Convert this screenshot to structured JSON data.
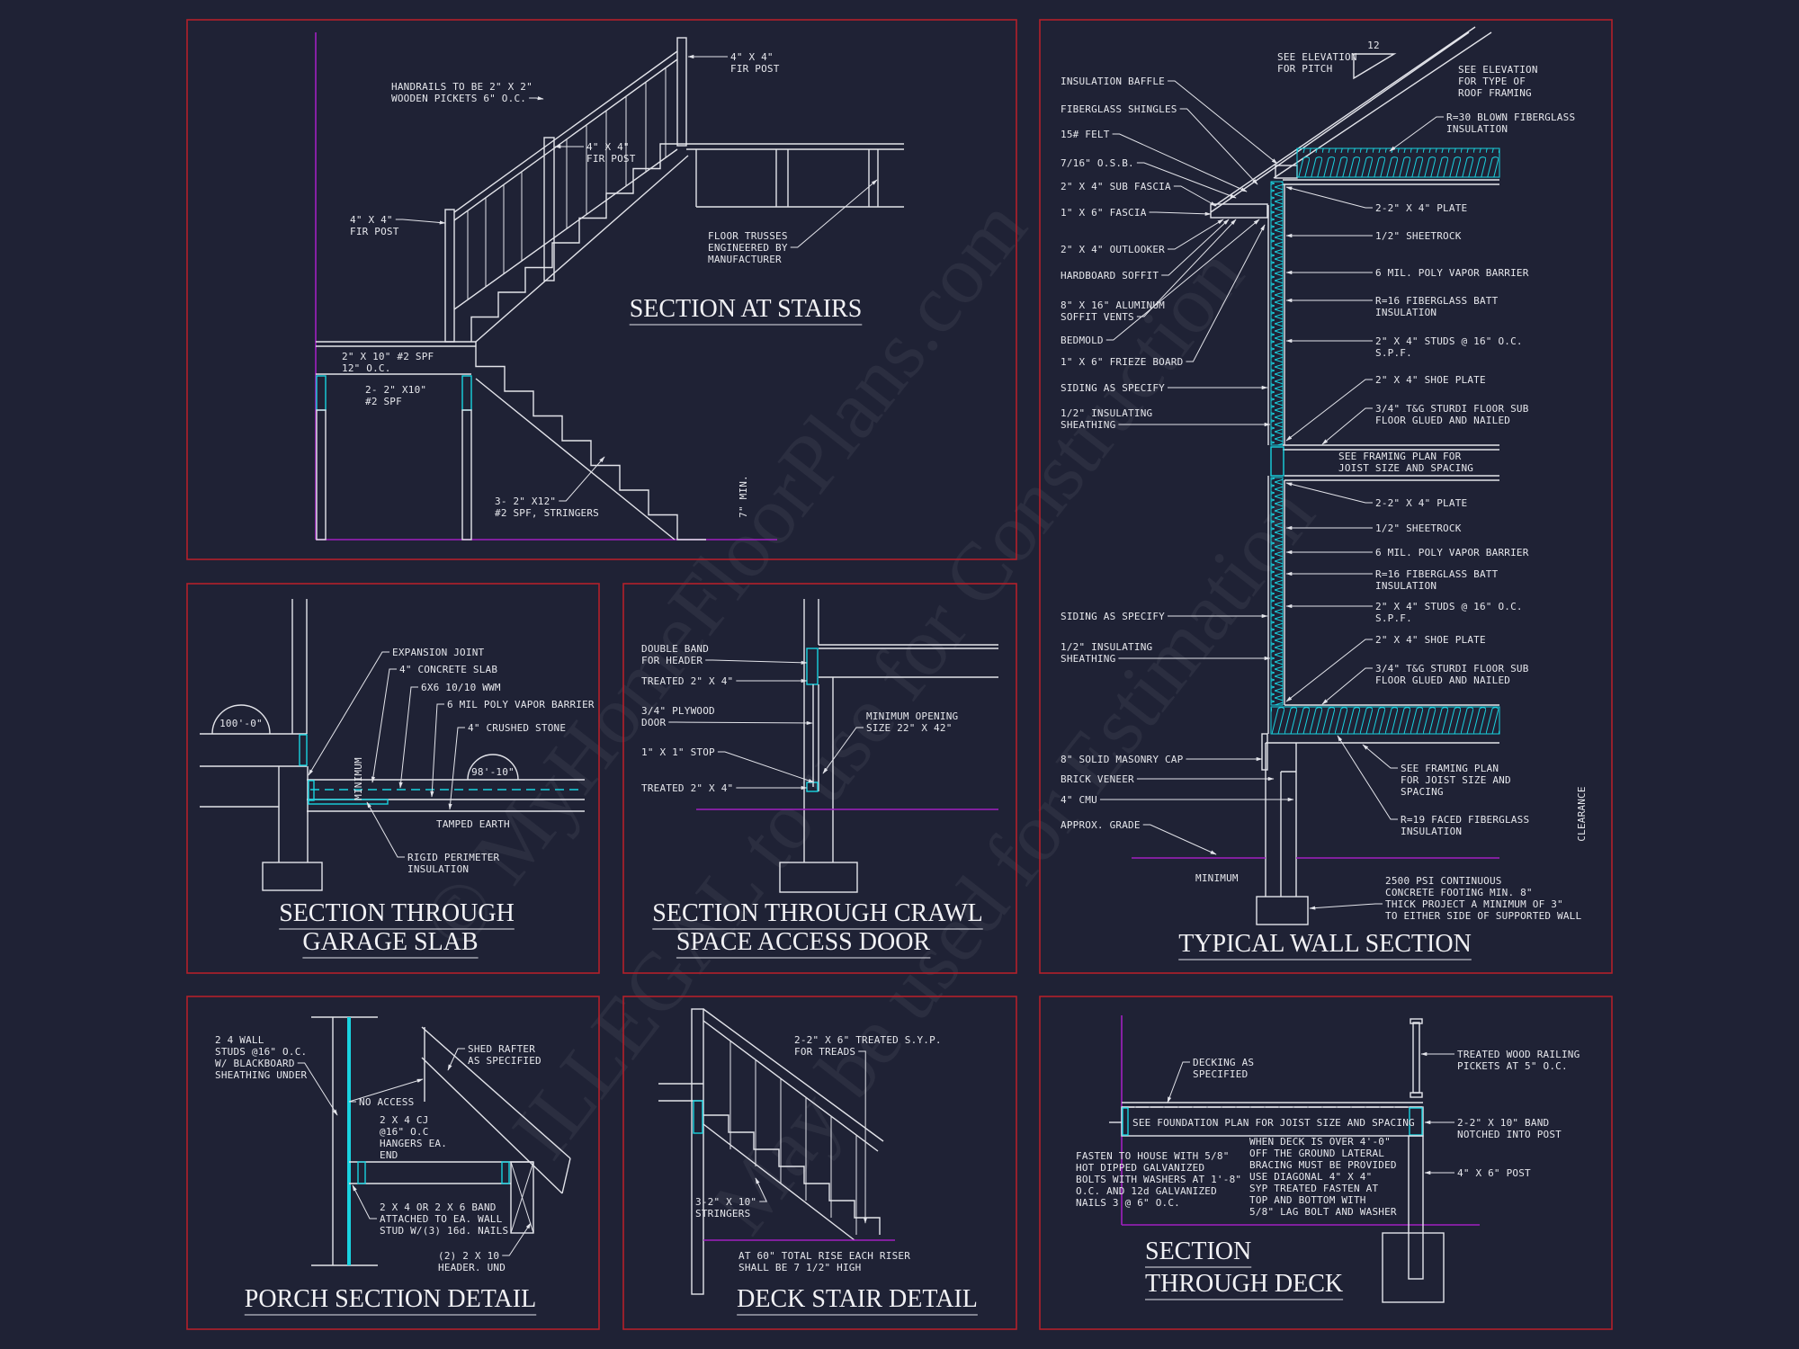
{
  "sheet": {
    "background": "#1f2235",
    "frame_color": "#b3202a",
    "line_color": "#e3e4ea",
    "accent_cyan": "#19d3e0",
    "grade_line_color": "#a020c0"
  },
  "watermark": [
    "© MyHomeFloorPlans.com",
    "ILLEGAL to use for Construction",
    "May be used for Estimation"
  ],
  "details": {
    "stairs": {
      "title": [
        "SECTION AT STAIRS"
      ],
      "labels": {
        "handrails": [
          "HANDRAILS TO BE 2\" X 2\"",
          "WOODEN PICKETS 6\" O.C."
        ],
        "top_post": [
          "4\" X 4\"",
          "FIR POST"
        ],
        "mid_post": [
          "4\" X 4\"",
          "FIR POST"
        ],
        "left_post": [
          "4\" X 4\"",
          "FIR POST"
        ],
        "trusses": [
          "FLOOR TRUSSES",
          "ENGINEERED BY",
          "MANUFACTURER"
        ],
        "joists": [
          "2\" X 10\" #2 SPF",
          "12\" O.C."
        ],
        "header": [
          "2- 2\" X10\"",
          "#2 SPF"
        ],
        "stringers": [
          "3- 2\" X12\"",
          "#2 SPF, STRINGERS"
        ],
        "riser": [
          "7\" MIN."
        ]
      }
    },
    "wall": {
      "title": [
        "TYPICAL WALL SECTION"
      ],
      "labels": {
        "pitch_note": [
          "SEE ELEVATION",
          "FOR PITCH"
        ],
        "pitch_rise": [
          "12"
        ],
        "roof_framing": [
          "SEE ELEVATION",
          "FOR TYPE OF",
          "ROOF FRAMING"
        ],
        "r30": [
          "R=30 BLOWN FIBERGLASS",
          "INSULATION"
        ],
        "baffle": [
          "INSULATION BAFFLE"
        ],
        "shingles": [
          "FIBERGLASS SHINGLES"
        ],
        "felt": [
          "15# FELT"
        ],
        "osb": [
          "7/16\" O.S.B."
        ],
        "sub_fascia": [
          "2\" X 4\" SUB FASCIA"
        ],
        "fascia": [
          "1\" X 6\" FASCIA"
        ],
        "outlooker": [
          "2\" X 4\" OUTLOOKER"
        ],
        "soffit": [
          "HARDBOARD SOFFIT"
        ],
        "vents": [
          "8\" X 16\" ALUMINUM",
          "SOFFIT VENTS"
        ],
        "bedmold": [
          "BEDMOLD"
        ],
        "frieze": [
          "1\" X 6\" FRIEZE BOARD"
        ],
        "siding1": [
          "SIDING AS SPECIFY"
        ],
        "sheathing1": [
          "1/2\" INSULATING",
          "SHEATHING"
        ],
        "siding2": [
          "SIDING AS SPECIFY"
        ],
        "sheathing2": [
          "1/2\" INSULATING",
          "SHEATHING"
        ],
        "masonry_cap": [
          "8\" SOLID MASONRY CAP"
        ],
        "brick": [
          "BRICK VENEER"
        ],
        "cmu": [
          "4\" CMU"
        ],
        "grade": [
          "APPROX. GRADE"
        ],
        "minimum": [
          "MINIMUM"
        ],
        "plate1": [
          "2-2\" X 4\" PLATE"
        ],
        "sheetrock1": [
          "1/2\" SHEETROCK"
        ],
        "vapor1": [
          "6 MIL. POLY VAPOR BARRIER"
        ],
        "batt1": [
          "R=16 FIBERGLASS BATT",
          "INSULATION"
        ],
        "studs1": [
          "2\" X 4\" STUDS @ 16\" O.C.",
          "S.P.F."
        ],
        "shoe1": [
          "2\" X 4\" SHOE PLATE"
        ],
        "subfloor1": [
          "3/4\" T&G STURDI FLOOR SUB",
          "FLOOR GLUED AND NAILED"
        ],
        "framing1": [
          "SEE FRAMING PLAN FOR",
          "JOIST SIZE AND SPACING"
        ],
        "plate2": [
          "2-2\" X 4\" PLATE"
        ],
        "sheetrock2": [
          "1/2\" SHEETROCK"
        ],
        "vapor2": [
          "6 MIL. POLY VAPOR BARRIER"
        ],
        "batt2": [
          "R=16 FIBERGLASS BATT",
          "INSULATION"
        ],
        "studs2": [
          "2\" X 4\" STUDS @ 16\" O.C.",
          "S.P.F."
        ],
        "shoe2": [
          "2\" X 4\" SHOE PLATE"
        ],
        "subfloor2": [
          "3/4\" T&G STURDI FLOOR SUB",
          "FLOOR GLUED AND NAILED"
        ],
        "framing2": [
          "SEE FRAMING PLAN",
          "FOR JOIST SIZE AND",
          "SPACING"
        ],
        "r19": [
          "R=19 FACED FIBERGLASS",
          "INSULATION"
        ],
        "footing": [
          "2500 PSI CONTINUOUS",
          "CONCRETE FOOTING MIN. 8\"",
          "THICK PROJECT A MINIMUM OF 3\"",
          "TO EITHER SIDE OF SUPPORTED WALL"
        ],
        "clearance": [
          "CLEARANCE"
        ]
      }
    },
    "garage": {
      "title": [
        "SECTION THROUGH",
        "GARAGE SLAB"
      ],
      "labels": {
        "expansion": [
          "EXPANSION JOINT"
        ],
        "slab": [
          "4\" CONCRETE SLAB"
        ],
        "wwm": [
          "6X6 10/10 WWM"
        ],
        "vapor": [
          "6 MIL POLY VAPOR BARRIER"
        ],
        "stone": [
          "4\" CRUSHED STONE"
        ],
        "minimum": [
          "MINIMUM"
        ],
        "dim1": [
          "100'-0\""
        ],
        "dim2": [
          "98'-10\""
        ],
        "earth": [
          "TAMPED EARTH"
        ],
        "rigid": [
          "RIGID PERIMETER",
          "INSULATION"
        ]
      }
    },
    "crawl": {
      "title": [
        "SECTION THROUGH CRAWL",
        "SPACE ACCESS DOOR"
      ],
      "labels": {
        "band": [
          "DOUBLE BAND",
          "FOR HEADER"
        ],
        "treated1": [
          "TREATED 2\" X 4\""
        ],
        "plywood": [
          "3/4\" PLYWOOD",
          "DOOR"
        ],
        "stop": [
          "1\" X 1\" STOP"
        ],
        "treated2": [
          "TREATED 2\" X 4\""
        ],
        "opening": [
          "MINIMUM OPENING",
          "SIZE 22\" X 42\""
        ]
      }
    },
    "porch": {
      "title": [
        "PORCH SECTION DETAIL"
      ],
      "labels": {
        "studs": [
          "2 4 WALL",
          "STUDS @16\" O.C.",
          "W/ BLACKBOARD",
          "SHEATHING UNDER"
        ],
        "rafter": [
          "SHED RAFTER",
          "AS SPECIFIED"
        ],
        "no_access": [
          "NO ACCESS"
        ],
        "cj": [
          "2 X 4 CJ",
          "@16\" O.C",
          "HANGERS EA.",
          "END"
        ],
        "band": [
          "2 X 4 OR 2 X 6 BAND",
          "ATTACHED TO EA. WALL",
          "STUD W/(3) 16d. NAILS"
        ],
        "header": [
          "(2) 2 X 10",
          "HEADER. UND"
        ]
      }
    },
    "deck_stair": {
      "title": [
        "DECK STAIR DETAIL"
      ],
      "labels": {
        "treads": [
          "2-2\" X 6\" TREATED S.Y.P.",
          "FOR TREADS"
        ],
        "stringers": [
          "3-2\" X 10\"",
          "STRINGERS"
        ],
        "riser_note": [
          "AT 60\" TOTAL RISE EACH RISER",
          "SHALL BE 7 1/2\" HIGH"
        ]
      }
    },
    "deck": {
      "title": [
        "SECTION",
        "THROUGH DECK"
      ],
      "labels": {
        "decking": [
          "DECKING AS",
          "SPECIFIED"
        ],
        "railing": [
          "TREATED WOOD RAILING",
          "PICKETS AT 5\" O.C."
        ],
        "joist": [
          "SEE FOUNDATION PLAN FOR JOIST SIZE AND SPACING"
        ],
        "band": [
          "2-2\" X 10\" BAND",
          "NOTCHED INTO POST"
        ],
        "fasten": [
          "FASTEN TO HOUSE WITH 5/8\"",
          "HOT DIPPED GALVANIZED",
          "BOLTS WITH WASHERS AT 1'-8\"",
          "O.C. AND 12d GALVANIZED",
          "NAILS 3 @ 6\" O.C."
        ],
        "bracing": [
          "WHEN DECK IS OVER 4'-0\"",
          "OFF THE GROUND LATERAL",
          "BRACING MUST BE PROVIDED",
          "USE DIAGONAL 4\" X 4\"",
          "SYP TREATED FASTEN AT",
          "TOP AND BOTTOM WITH",
          "5/8\" LAG BOLT AND WASHER"
        ],
        "post": [
          "4\" X 6\" POST"
        ]
      }
    }
  }
}
